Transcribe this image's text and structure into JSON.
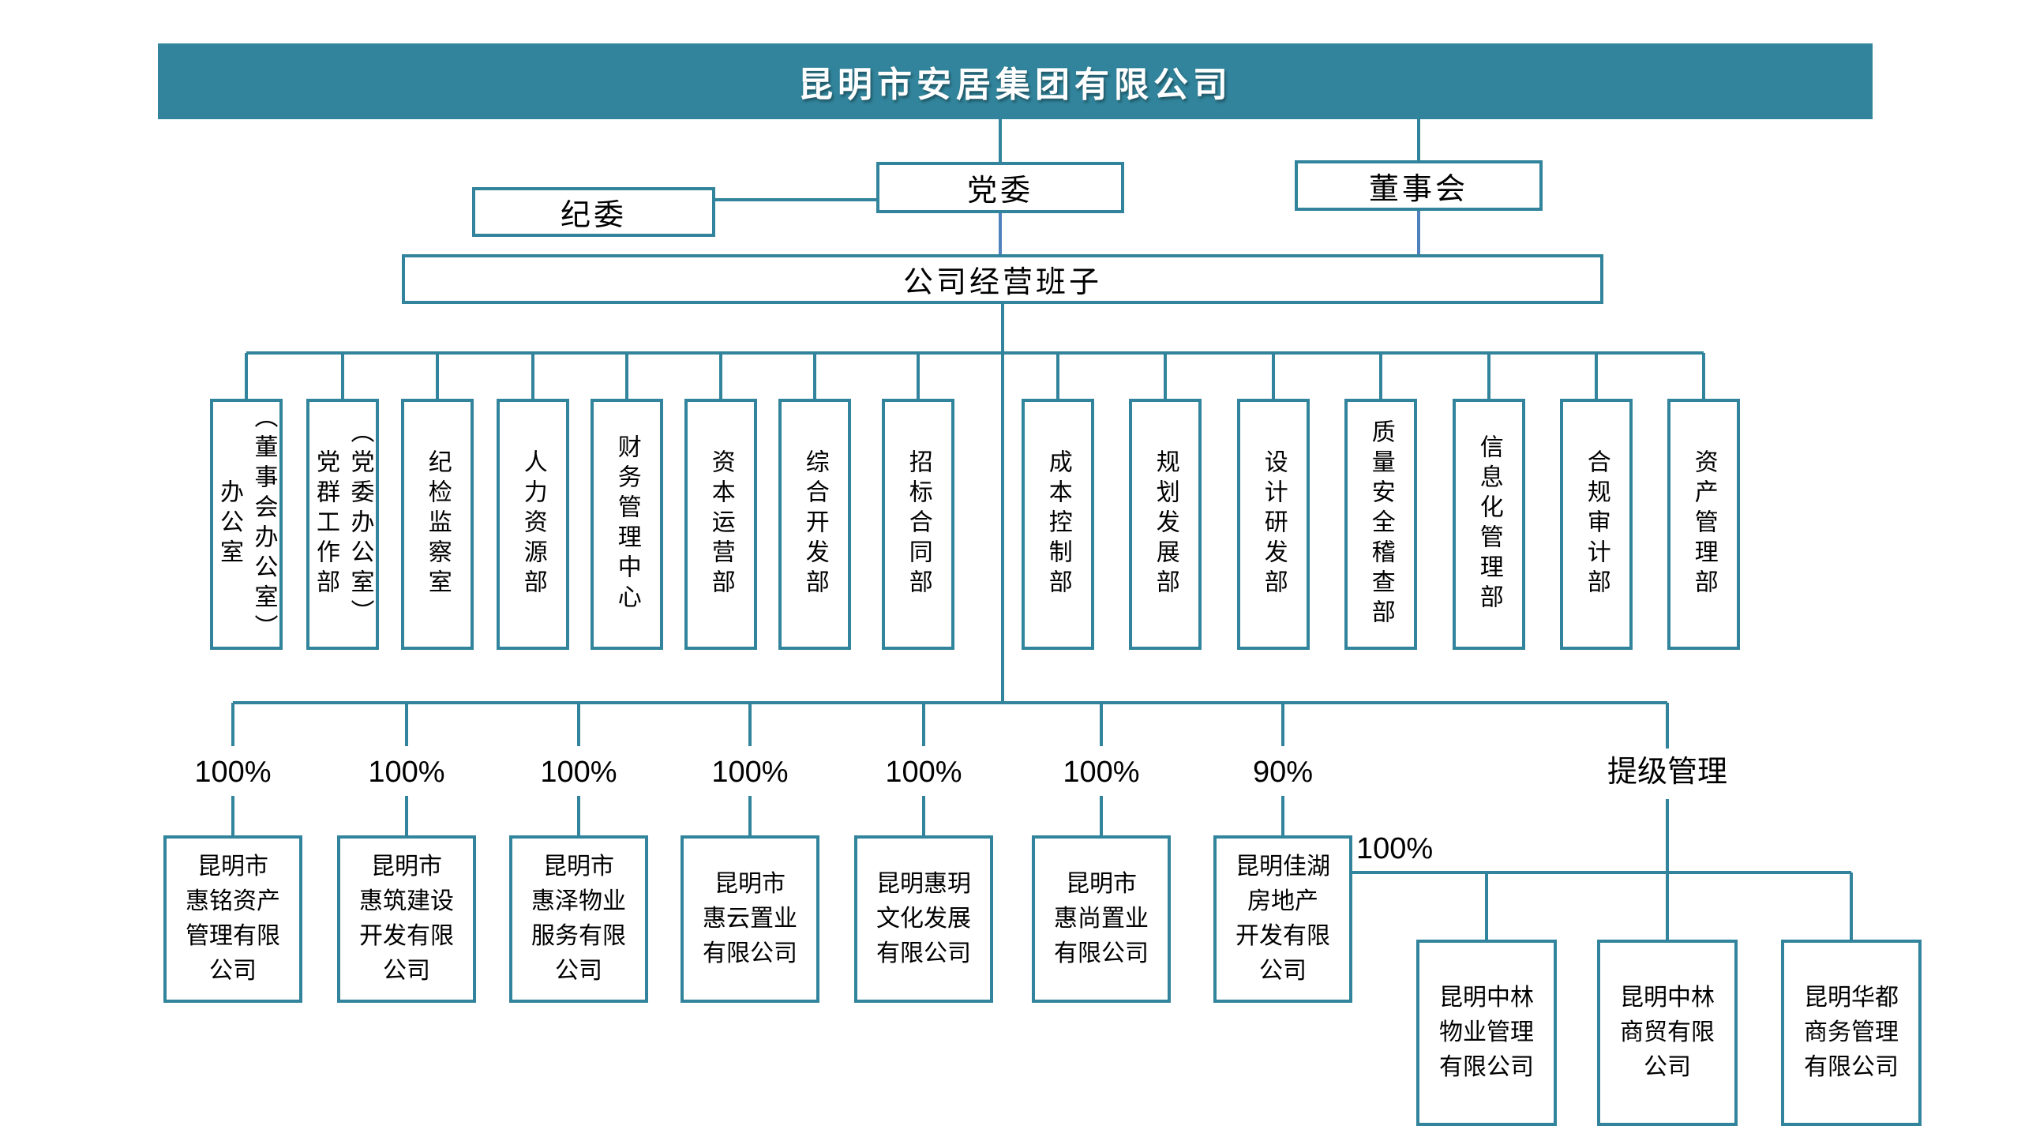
{
  "title": "昆明市安居集团有限公司",
  "governance": {
    "party_committee": "党委",
    "board_of_directors": "董事会",
    "discipline_committee": "纪委",
    "management_team": "公司经营班子"
  },
  "departments": [
    {
      "name": "办公室（董事会办公室）",
      "columns": [
        "（董事会办公室）",
        "办公室"
      ]
    },
    {
      "name": "党群工作部（党委办公室）",
      "columns": [
        "（党委办公室）",
        "党群工作部"
      ]
    },
    {
      "name": "纪检监察室",
      "columns": [
        "纪检监察室"
      ]
    },
    {
      "name": "人力资源部",
      "columns": [
        "人力资源部"
      ]
    },
    {
      "name": "财务管理中心",
      "columns": [
        "财务管理中心"
      ]
    },
    {
      "name": "资本运营部",
      "columns": [
        "资本运营部"
      ]
    },
    {
      "name": "综合开发部",
      "columns": [
        "综合开发部"
      ]
    },
    {
      "name": "招标合同部",
      "columns": [
        "招标合同部"
      ]
    },
    {
      "name": "成本控制部",
      "columns": [
        "成本控制部"
      ]
    },
    {
      "name": "规划发展部",
      "columns": [
        "规划发展部"
      ]
    },
    {
      "name": "设计研发部",
      "columns": [
        "设计研发部"
      ]
    },
    {
      "name": "质量安全稽查部",
      "columns": [
        "质量安全稽查部"
      ]
    },
    {
      "name": "信息化管理部",
      "columns": [
        "信息化管理部"
      ]
    },
    {
      "name": "合规审计部",
      "columns": [
        "合规审计部"
      ]
    },
    {
      "name": "资产管理部",
      "columns": [
        "资产管理部"
      ]
    }
  ],
  "subsidiaries": [
    {
      "ownership": "100%",
      "name": "昆明市惠铭资产管理有限公司",
      "lines": [
        "昆明市",
        "惠铭资产",
        "管理有限",
        "公司"
      ]
    },
    {
      "ownership": "100%",
      "name": "昆明市惠筑建设开发有限公司",
      "lines": [
        "昆明市",
        "惠筑建设",
        "开发有限",
        "公司"
      ]
    },
    {
      "ownership": "100%",
      "name": "昆明市惠泽物业服务有限公司",
      "lines": [
        "昆明市",
        "惠泽物业",
        "服务有限",
        "公司"
      ]
    },
    {
      "ownership": "100%",
      "name": "昆明市惠云置业有限公司",
      "lines": [
        "昆明市",
        "惠云置业",
        "有限公司"
      ]
    },
    {
      "ownership": "100%",
      "name": "昆明惠玥文化发展有限公司",
      "lines": [
        "昆明惠玥",
        "文化发展",
        "有限公司"
      ]
    },
    {
      "ownership": "100%",
      "name": "昆明市惠尚置业有限公司",
      "lines": [
        "昆明市",
        "惠尚置业",
        "有限公司"
      ]
    },
    {
      "ownership": "90%",
      "name": "昆明佳湖房地产开发有限公司",
      "lines": [
        "昆明佳湖",
        "房地产",
        "开发有限",
        "公司"
      ]
    }
  ],
  "elevated_management": {
    "label": "提级管理",
    "ownership": "100%",
    "companies": [
      {
        "name": "昆明中林物业管理有限公司",
        "lines": [
          "昆明中林",
          "物业管理",
          "有限公司"
        ]
      },
      {
        "name": "昆明中林商贸有限公司",
        "lines": [
          "昆明中林",
          "商贸有限",
          "公司"
        ]
      },
      {
        "name": "昆明华都商务管理有限公司",
        "lines": [
          "昆明华都",
          "商务管理",
          "有限公司"
        ]
      }
    ]
  },
  "colors": {
    "teal": "#31849B",
    "blue": "#4F81BD",
    "text": "#000000",
    "background": "#FFFFFF"
  }
}
